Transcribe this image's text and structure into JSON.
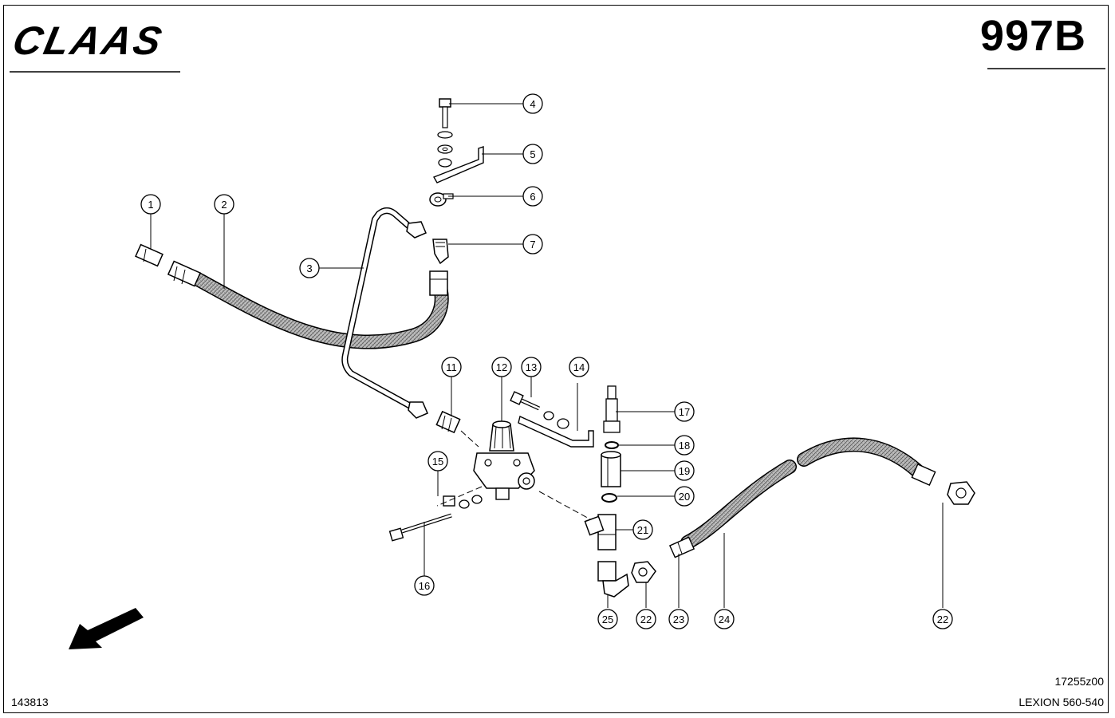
{
  "header": {
    "logo_text": "CLAAS",
    "doc_code": "997B"
  },
  "footer": {
    "drawing_id": "17255z00",
    "model": "LEXION 560-540",
    "sheet_no": "143813"
  },
  "callouts": {
    "c1": "1",
    "c2": "2",
    "c3": "3",
    "c4": "4",
    "c5": "5",
    "c6": "6",
    "c7": "7",
    "c11": "11",
    "c12": "12",
    "c13": "13",
    "c14": "14",
    "c15": "15",
    "c16": "16",
    "c17": "17",
    "c18": "18",
    "c19": "19",
    "c20": "20",
    "c21": "21",
    "c22a": "22",
    "c22b": "22",
    "c23": "23",
    "c24": "24",
    "c25": "25"
  },
  "icons": {
    "direction_arrow": "direction-arrow-icon"
  }
}
